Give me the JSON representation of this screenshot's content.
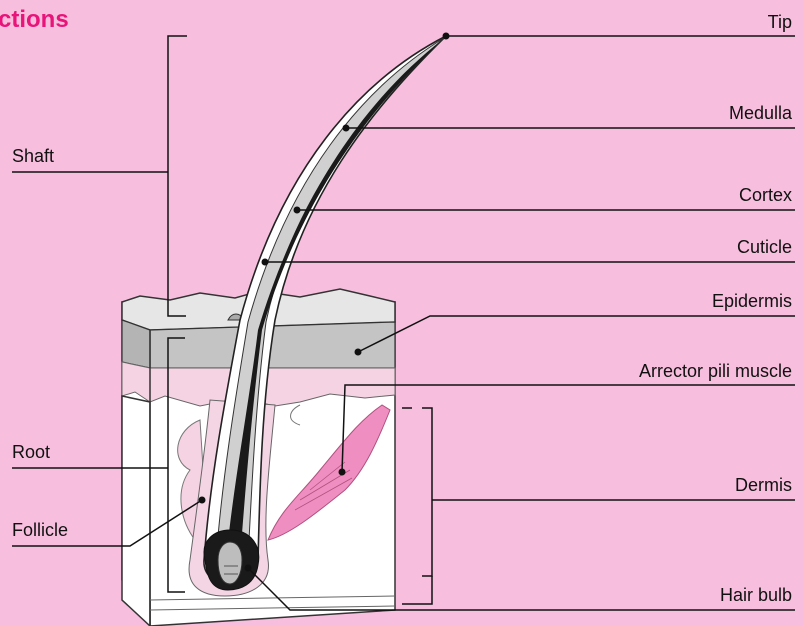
{
  "title": "ctions",
  "labels": {
    "tip": "Tip",
    "medulla": "Medulla",
    "cortex": "Cortex",
    "cuticle": "Cuticle",
    "epidermis": "Epidermis",
    "arrector": "Arrector pili muscle",
    "dermis": "Dermis",
    "hair_bulb": "Hair bulb",
    "shaft": "Shaft",
    "root": "Root",
    "follicle": "Follicle"
  },
  "colors": {
    "background": "#f7bfdd",
    "title": "#e8147a",
    "epidermis": "#c7c7c7",
    "skin_top": "#e6e6e6",
    "muscle": "#ef8ec0",
    "hair": "#1a1a1a"
  }
}
